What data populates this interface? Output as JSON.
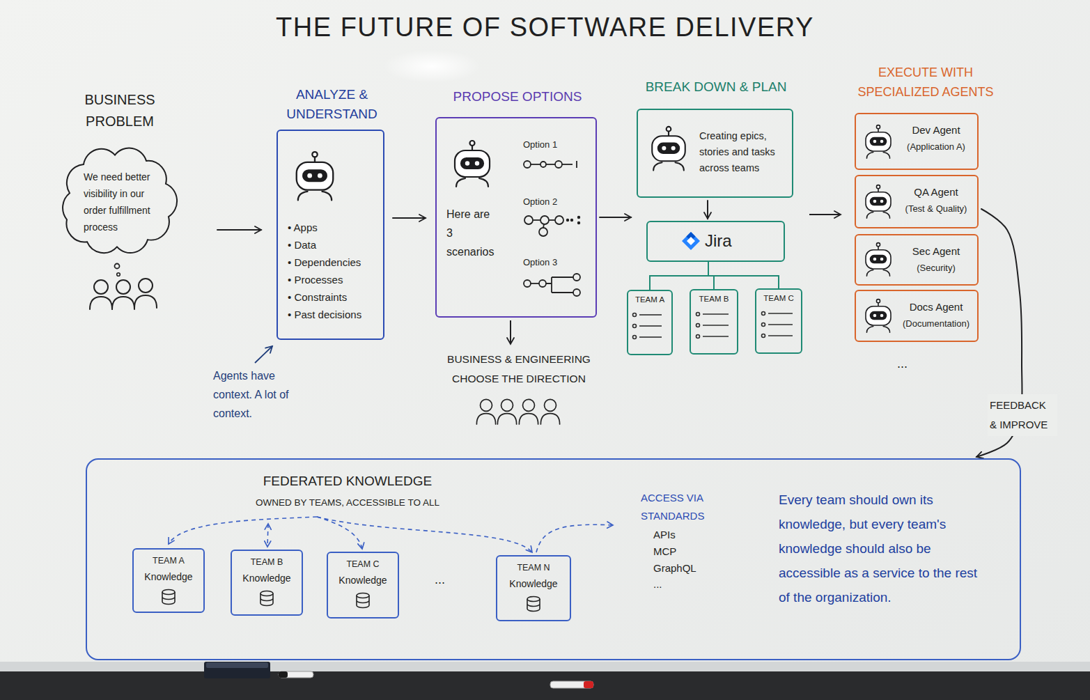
{
  "diagram": {
    "title": "THE FUTURE OF SOFTWARE DELIVERY",
    "nodes": [
      {
        "text": [
          "BUSINESS PROBLEM",
          "We need better visibility in our order fulfillment process"
        ]
      },
      {
        "text": [
          "ANALYZE & UNDERSTAND",
          "• Apps",
          "• Data",
          "• Dependencies",
          "• Processes",
          "• Constraints",
          "• Past decisions"
        ]
      },
      {
        "text": [
          "PROPOSE OPTIONS",
          "Here are 3 scenarios",
          "Option 1",
          "Option 2",
          "Option 3"
        ]
      },
      {
        "text": [
          "BREAK DOWN & PLAN",
          "Creating epics, stories and tasks across teams"
        ]
      },
      {
        "text": [
          "Jira"
        ]
      },
      {
        "text": [
          "TEAM A"
        ]
      },
      {
        "text": [
          "TEAM B"
        ]
      },
      {
        "text": [
          "TEAM C"
        ]
      },
      {
        "text": [
          "Dev Agent",
          "(Application A)"
        ]
      },
      {
        "text": [
          "QA Agent",
          "(Test & Quality)"
        ]
      },
      {
        "text": [
          "Sec Agent",
          "(Security)"
        ]
      },
      {
        "text": [
          "Docs Agent",
          "(Documentation)"
        ]
      },
      {
        "text": [
          "FEDERATED KNOWLEDGE",
          "OWNED BY TEAMS, ACCESSIBLE TO ALL",
          "ACCESS VIA STANDARDS",
          "APIs",
          "MCP",
          "GraphQL",
          "...",
          "Every team should own its knowledge, but every team's knowledge should also be accessible as a service to the rest of the organization."
        ]
      },
      {
        "text": [
          "TEAM A",
          "Knowledge"
        ],
        "in": 12
      },
      {
        "text": [
          "TEAM B",
          "Knowledge"
        ],
        "in": 12
      },
      {
        "text": [
          "TEAM C",
          "Knowledge"
        ],
        "in": 12
      },
      {
        "text": [
          "TEAM N",
          "Knowledge"
        ],
        "in": 12
      }
    ],
    "edges": [
      {
        "from": 0,
        "to": 1,
        "arrow": "to"
      },
      {
        "from": 1,
        "to": 2,
        "arrow": "to"
      },
      {
        "from": 2,
        "to": 3,
        "arrow": "to"
      },
      {
        "from": 3,
        "to": 4,
        "arrow": "to"
      },
      {
        "from": 4,
        "to": 5,
        "arrow": "none"
      },
      {
        "from": 4,
        "to": 6,
        "arrow": "none"
      },
      {
        "from": 4,
        "to": 7,
        "arrow": "none"
      },
      {
        "from": 9,
        "to": 12,
        "label": "FEEDBACK & IMPROVE",
        "arrow": "to"
      }
    ],
    "labels": [
      "Agents have context. A lot of context.",
      "BUSINESS & ENGINEERING CHOOSE THE DIRECTION",
      "EXECUTE WITH SPECIALIZED AGENTS",
      "...",
      "..."
    ]
  }
}
